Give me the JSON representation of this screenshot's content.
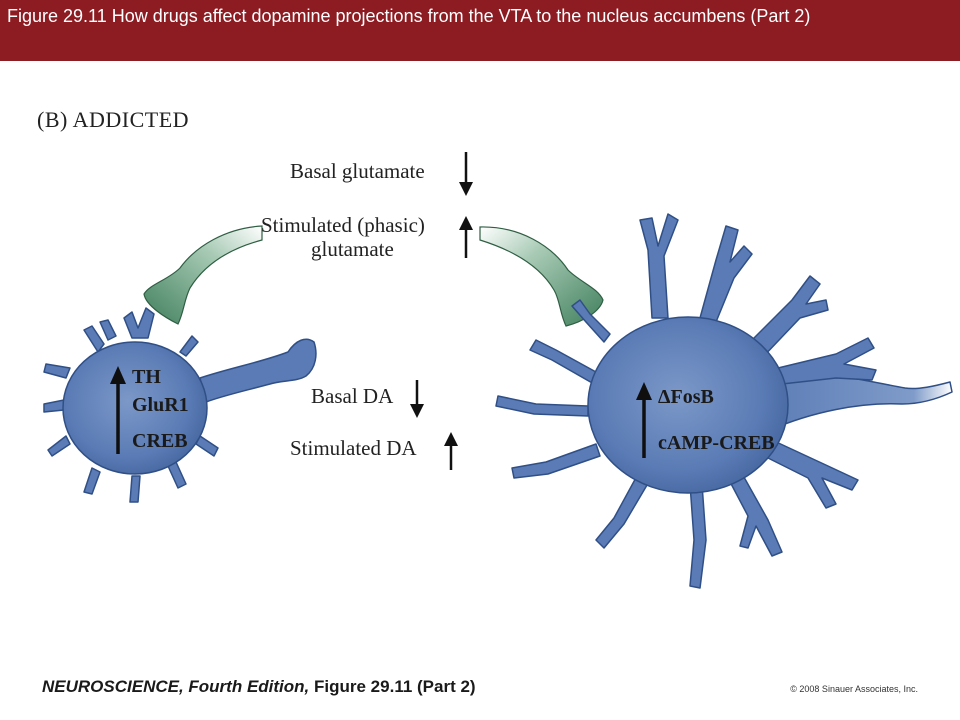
{
  "header": {
    "title": "Figure 29.11 How drugs affect dopamine projections from the VTA to the nucleus accumbens (Part 2)"
  },
  "diagram": {
    "panel_label": "(B)  ADDICTED",
    "glutamate": {
      "basal": "Basal glutamate",
      "stimulated_line1": "Stimulated (phasic)",
      "stimulated_line2": "glutamate"
    },
    "dopamine": {
      "basal": "Basal DA",
      "stimulated": "Stimulated DA"
    },
    "vta_neuron": {
      "labels": [
        "TH",
        "GluR1",
        "CREB"
      ],
      "arrow_direction": "up"
    },
    "accumbens_neuron": {
      "labels": [
        "ΔFosB",
        "cAMP-CREB"
      ],
      "arrow_direction": "up"
    },
    "colors": {
      "neuron_fill": "#5a7bb5",
      "neuron_dark": "#2f4f86",
      "terminal_fill": "#4f8f6c",
      "title_bar": "#8c1c22"
    }
  },
  "footer": {
    "book": "NEUROSCIENCE, Fourth Edition,",
    "figure_ref": "Figure 29.11 (Part 2)",
    "copyright": "© 2008 Sinauer Associates, Inc."
  }
}
